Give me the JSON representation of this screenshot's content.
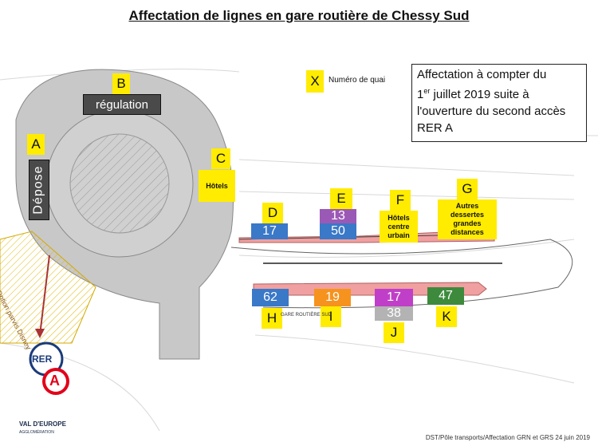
{
  "title": "Affectation de lignes en gare routière de Chessy Sud",
  "legend": {
    "marker": "X",
    "label": "Numéro de quai"
  },
  "note": {
    "line1": "Affectation à compter du",
    "line2_prefix": "1",
    "line2_sup": "er",
    "line2_rest": " juillet 2019 suite à",
    "line3": "l'ouverture du second accès",
    "line4": "RER A"
  },
  "labels": {
    "depose": "Dépose",
    "regulation": "régulation",
    "option": "Option parvis Disney",
    "gare": "GARE ROUTIÈRE SUD"
  },
  "quais": {
    "A": {
      "letter": "A"
    },
    "B": {
      "letter": "B"
    },
    "C": {
      "letter": "C",
      "desc": "Hôtels"
    },
    "D": {
      "letter": "D",
      "lines": [
        "17"
      ]
    },
    "E": {
      "letter": "E",
      "lines": [
        "13",
        "50"
      ]
    },
    "F": {
      "letter": "F",
      "desc_lines": [
        "Hôtels",
        "centre",
        "urbain"
      ]
    },
    "G": {
      "letter": "G",
      "desc_lines": [
        "Autres",
        "dessertes",
        "grandes",
        "distances"
      ]
    },
    "H": {
      "letter": "H",
      "lines": [
        "62"
      ]
    },
    "I": {
      "letter": "I",
      "lines": [
        "19"
      ]
    },
    "J": {
      "letter": "J",
      "lines": [
        "17",
        "38"
      ]
    },
    "K": {
      "letter": "K",
      "lines": [
        "47"
      ]
    }
  },
  "colors": {
    "blue": "#3a78c8",
    "purple": "#9b59b6",
    "orange": "#f5931e",
    "magenta": "#c03fc8",
    "grey": "#b3b3b3",
    "green": "#3d8a3d",
    "yellow": "#ffec00",
    "road": "#c8c8c8"
  },
  "logo": {
    "rer": "RER",
    "line": "A",
    "brand1": "VAL D'EUROPE",
    "brand2": "AGGLOMÉRATION"
  },
  "footer": "DST/Pôle transports/Affectation GRN et GRS 24 juin 2019"
}
